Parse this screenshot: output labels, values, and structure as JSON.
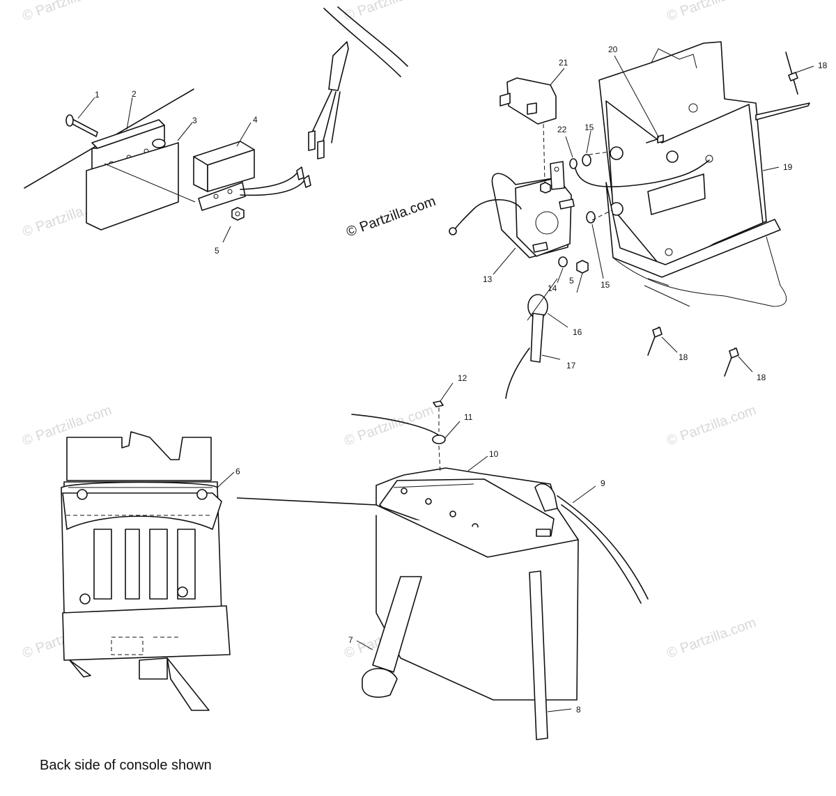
{
  "copyright": "© Partzilla.com",
  "watermark": "© Partzilla.com",
  "caption": "Back side of console shown",
  "callouts": [
    "1",
    "2",
    "3",
    "4",
    "5",
    "5",
    "6",
    "7",
    "8",
    "9",
    "10",
    "11",
    "12",
    "13",
    "14",
    "15",
    "15",
    "16",
    "17",
    "18",
    "18",
    "18",
    "19",
    "20",
    "21",
    "22"
  ]
}
